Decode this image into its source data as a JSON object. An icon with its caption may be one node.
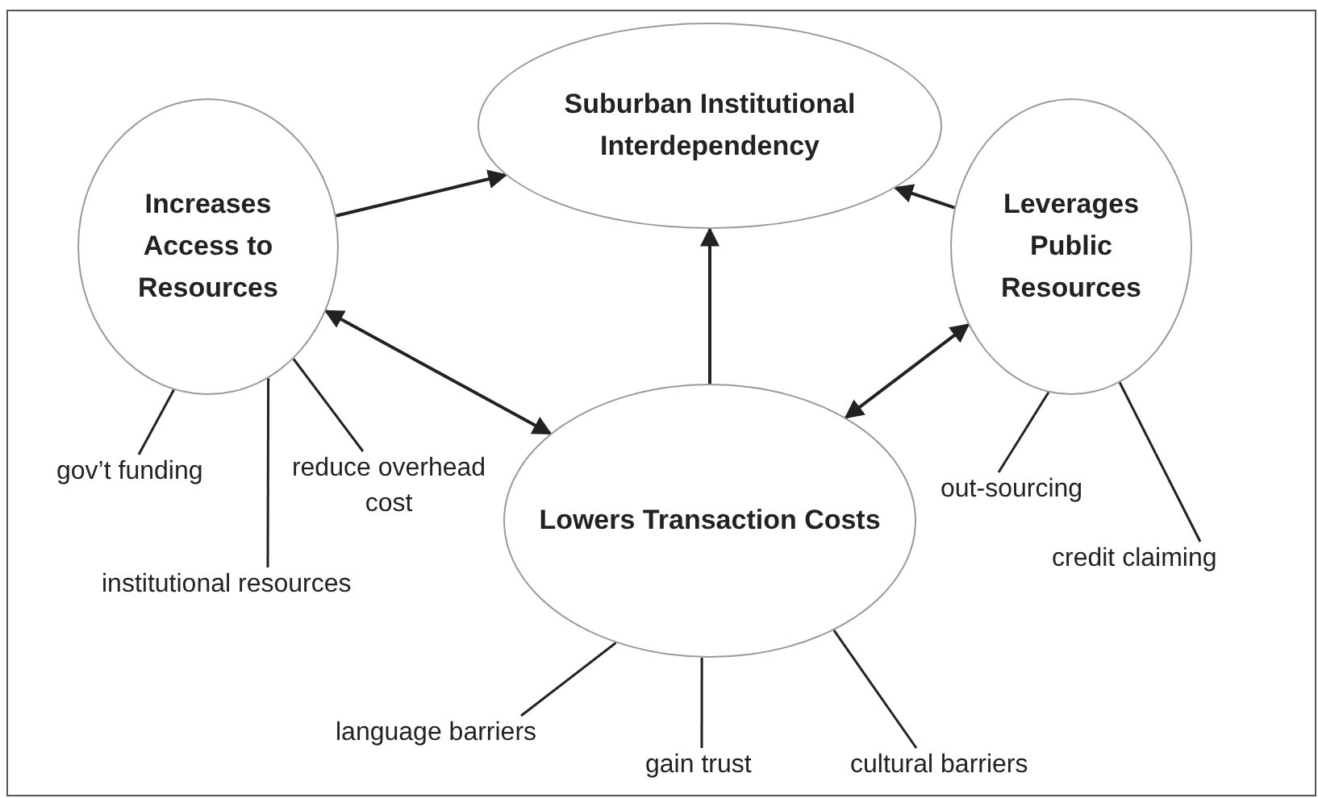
{
  "diagram": {
    "nodes": [
      {
        "text": [
          "Suburban Institutional Interdependency"
        ]
      },
      {
        "text": [
          "Increases Access to Resources"
        ]
      },
      {
        "text": [
          "Leverages Public Resources"
        ]
      },
      {
        "text": [
          "Lowers Transaction Costs"
        ]
      },
      {
        "text": [
          "gov’t funding"
        ]
      },
      {
        "text": [
          "reduce overhead cost"
        ]
      },
      {
        "text": [
          "institutional resources"
        ]
      },
      {
        "text": [
          "out-sourcing"
        ]
      },
      {
        "text": [
          "credit claiming"
        ]
      },
      {
        "text": [
          "language barriers"
        ]
      },
      {
        "text": [
          "gain trust"
        ]
      },
      {
        "text": [
          "cultural barriers"
        ]
      }
    ],
    "edges": [
      {
        "from": 1,
        "to": 0,
        "arrow": "to"
      },
      {
        "from": 2,
        "to": 0,
        "arrow": "to"
      },
      {
        "from": 1,
        "to": 3,
        "arrow": "both"
      },
      {
        "from": 3,
        "to": 0,
        "arrow": "to"
      },
      {
        "from": 3,
        "to": 2,
        "arrow": "both"
      },
      {
        "from": 4,
        "to": 1,
        "arrow": "none"
      },
      {
        "from": 5,
        "to": 1,
        "arrow": "none"
      },
      {
        "from": 6,
        "to": 1,
        "arrow": "none"
      },
      {
        "from": 7,
        "to": 2,
        "arrow": "none"
      },
      {
        "from": 8,
        "to": 2,
        "arrow": "none"
      },
      {
        "from": 9,
        "to": 3,
        "arrow": "none"
      },
      {
        "from": 10,
        "to": 3,
        "arrow": "none"
      },
      {
        "from": 11,
        "to": 3,
        "arrow": "none"
      }
    ]
  }
}
